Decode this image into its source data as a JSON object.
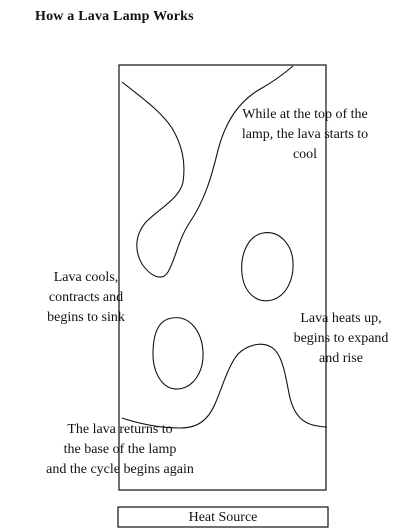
{
  "title": "How a Lava Lamp Works",
  "captions": {
    "top": "While at the top of the lamp, the lava starts to cool",
    "sink": "Lava cools, contracts and begins to sink",
    "heat": "Lava heats up, begins to expand and rise",
    "return": "The lava returns to the base of the lamp and the cycle begins again"
  },
  "heat_source": "Heat Source",
  "colors": {
    "ink": "#111111",
    "background": "#ffffff"
  }
}
